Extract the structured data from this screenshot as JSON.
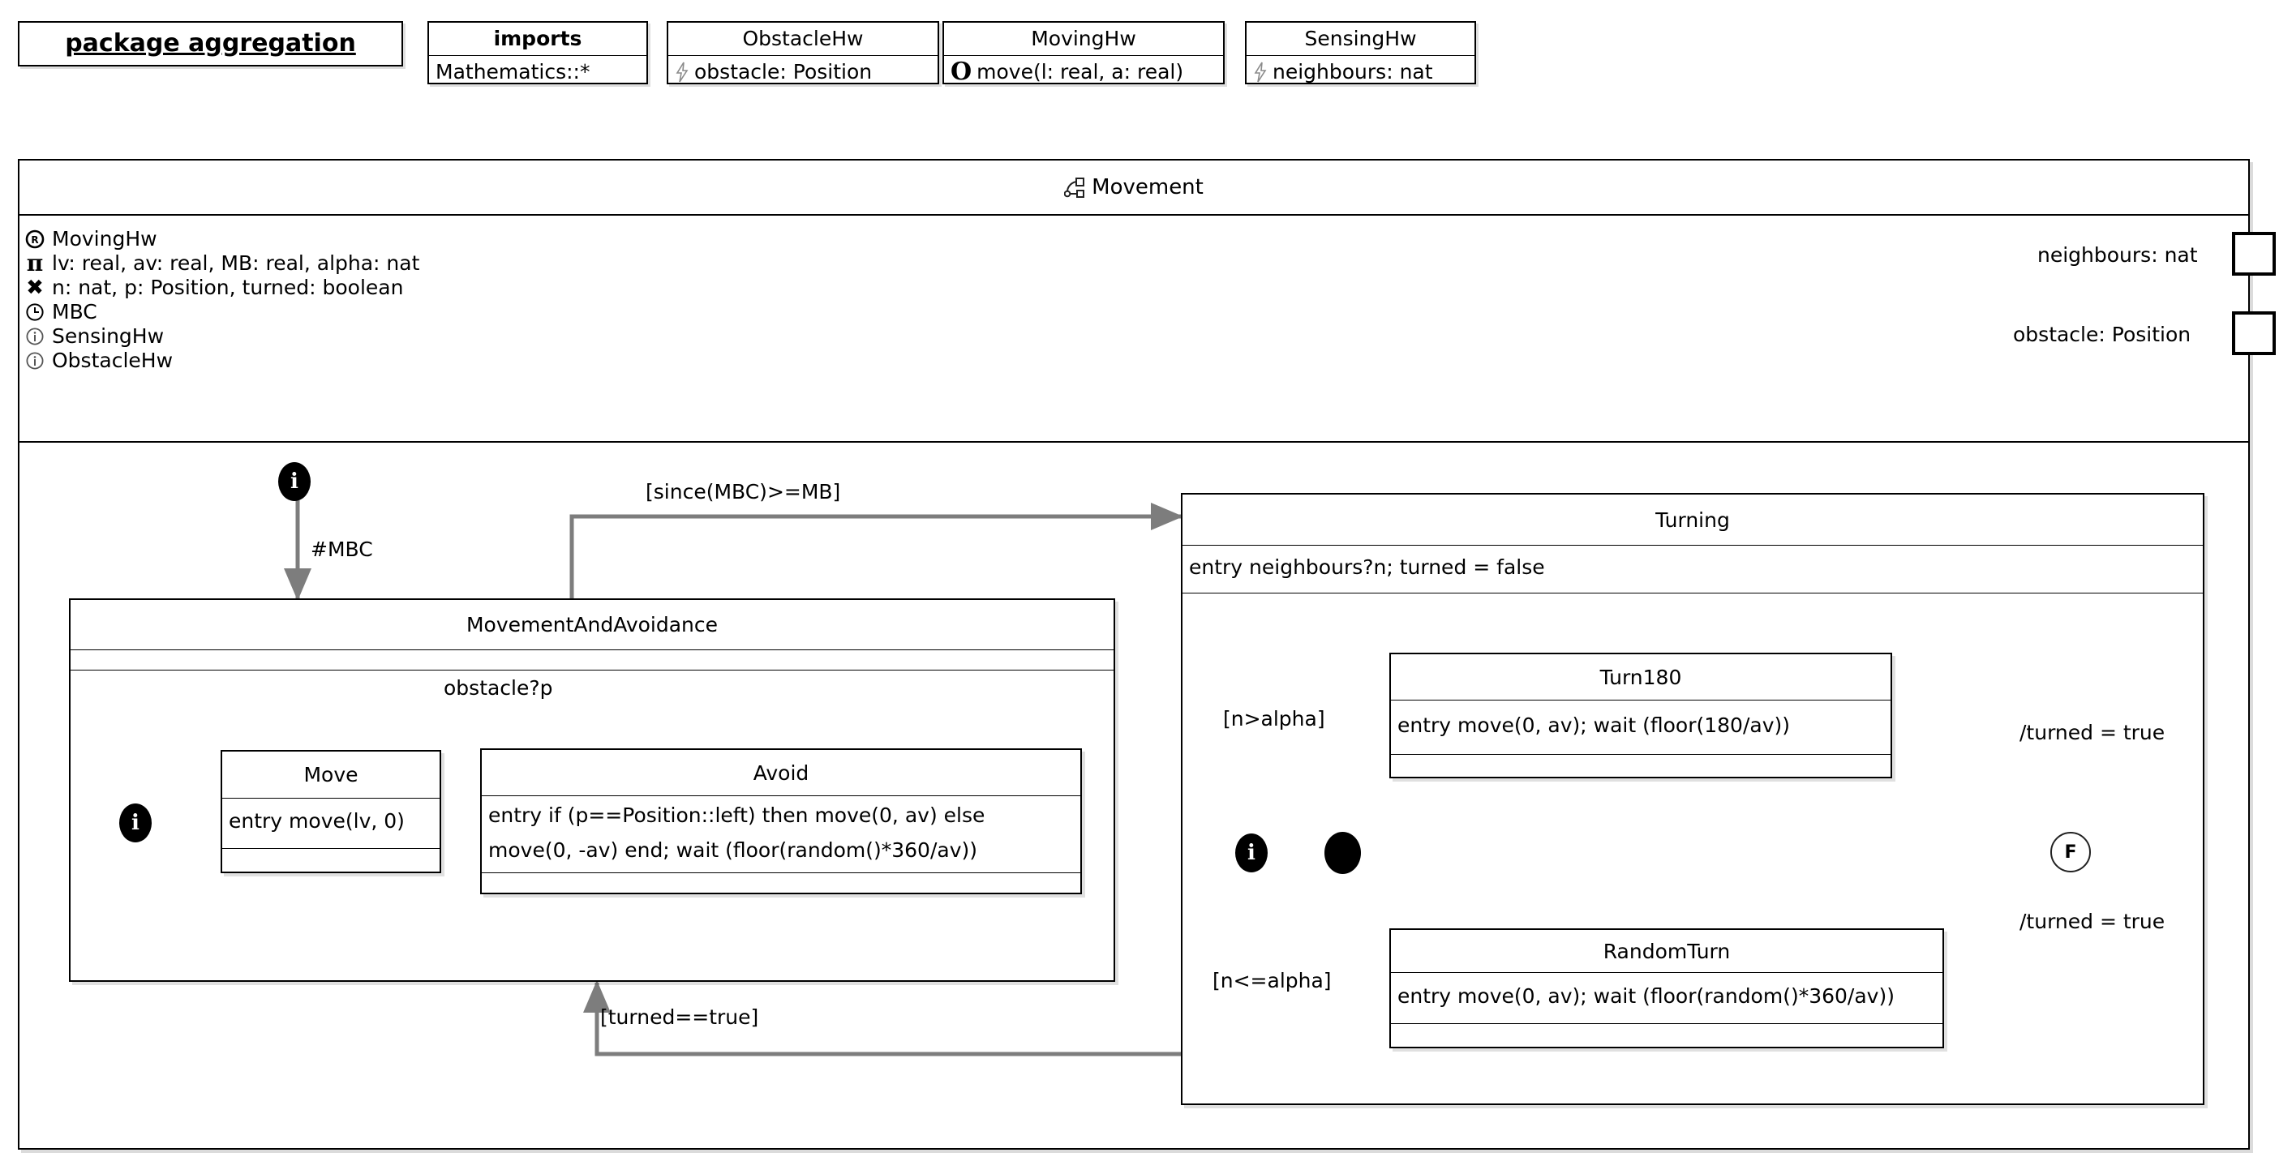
{
  "package": {
    "label": "package aggregation"
  },
  "classifiers": [
    {
      "name": "imports",
      "title_bold": true,
      "feature": "Mathematics::*",
      "icon": "none"
    },
    {
      "name": "ObstacleHw",
      "title_bold": false,
      "feature": "obstacle: Position",
      "icon": "signal-icon"
    },
    {
      "name": "MovingHw",
      "title_bold": false,
      "feature": "move(l: real, a: real)",
      "icon": "operation-icon"
    },
    {
      "name": "SensingHw",
      "title_bold": false,
      "feature": "neighbours: nat",
      "icon": "signal-icon"
    }
  ],
  "machine": {
    "title": "Movement",
    "title_icon": "state-machine-icon",
    "attributes": [
      {
        "icon": "required-interface-icon",
        "text": "MovingHw"
      },
      {
        "icon": "constant-pi-icon",
        "text": "lv: real, av: real, MB: real, alpha: nat"
      },
      {
        "icon": "variable-x-icon",
        "text": "n: nat, p: Position, turned: boolean"
      },
      {
        "icon": "clock-icon",
        "text": "MBC"
      },
      {
        "icon": "info-icon",
        "text": "SensingHw"
      },
      {
        "icon": "info-icon",
        "text": "ObstacleHw"
      }
    ],
    "ports": [
      {
        "label": "neighbours: nat"
      },
      {
        "label": "obstacle: Position"
      }
    ]
  },
  "states": {
    "movement_and_avoidance": {
      "name": "MovementAndAvoidance",
      "body": ""
    },
    "move": {
      "name": "Move",
      "body": "entry move(lv, 0)"
    },
    "avoid": {
      "name": "Avoid",
      "body": "entry if (p==Position::left) then move(0, av) else\nmove(0, -av) end; wait (floor(random()*360/av))"
    },
    "turning": {
      "name": "Turning",
      "body": "entry neighbours?n; turned = false"
    },
    "turn180": {
      "name": "Turn180",
      "body": "entry move(0, av); wait (floor(180/av))"
    },
    "random_turn": {
      "name": "RandomTurn",
      "body": "entry move(0, av); wait (floor(random()*360/av))"
    }
  },
  "pseudostates": {
    "initial_outer": "i",
    "initial_move": "i",
    "initial_turning": "i",
    "final_turning": "F"
  },
  "transitions": [
    {
      "id": "t-mbc",
      "label": "#MBC"
    },
    {
      "id": "t-since",
      "label": "[since(MBC)>=MB]"
    },
    {
      "id": "t-obstacle",
      "label": "obstacle?p"
    },
    {
      "id": "t-turned-eq",
      "label": "[turned==true]"
    },
    {
      "id": "t-n-gt",
      "label": "[n>alpha]"
    },
    {
      "id": "t-n-le",
      "label": "[n<=alpha]"
    },
    {
      "id": "t-turned-1",
      "label": "/turned = true"
    },
    {
      "id": "t-turned-2",
      "label": "/turned = true"
    }
  ],
  "colors": {
    "line": "#7d7d7d",
    "border": "#000000",
    "background": "#ffffff"
  }
}
